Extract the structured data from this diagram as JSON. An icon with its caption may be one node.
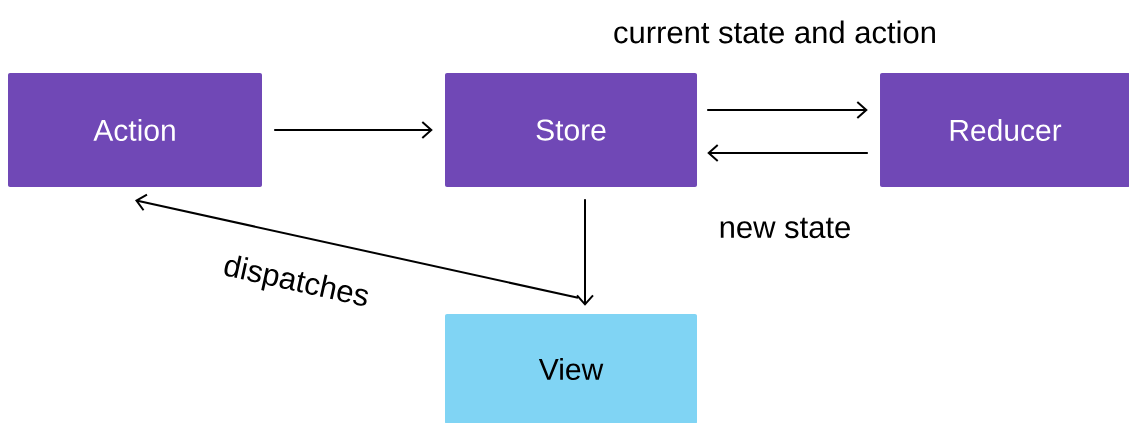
{
  "diagram": {
    "nodes": [
      {
        "text": [
          "Action"
        ]
      },
      {
        "text": [
          "Store"
        ]
      },
      {
        "text": [
          "Reducer"
        ]
      },
      {
        "text": [
          "View"
        ]
      }
    ],
    "edges": [
      {
        "from": 0,
        "to": 1,
        "arrow": "to"
      },
      {
        "from": 1,
        "to": 2,
        "arrow": "to",
        "label": "current state and action"
      },
      {
        "from": 2,
        "to": 1,
        "arrow": "to",
        "label": "new state"
      },
      {
        "from": 1,
        "to": 3,
        "arrow": "to"
      },
      {
        "from": 3,
        "to": 0,
        "arrow": "to",
        "label": "dispatches"
      }
    ]
  }
}
